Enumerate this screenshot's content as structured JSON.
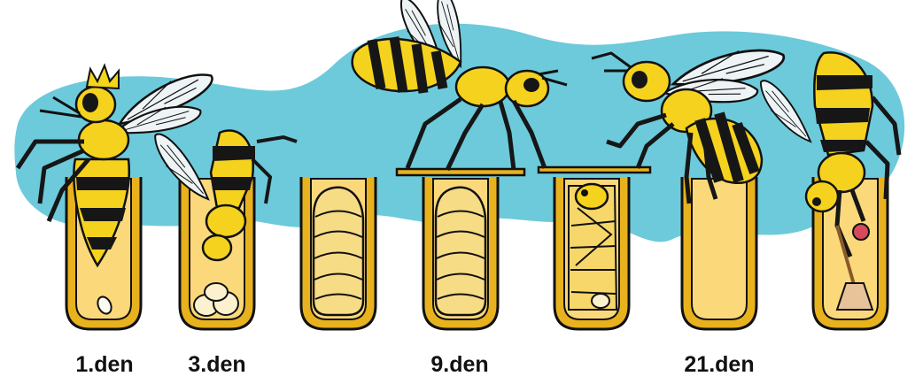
{
  "labels": [
    "1.den",
    "3.den",
    "9.den",
    "21.den"
  ],
  "colors": {
    "background_blob": "#6ccadb",
    "cell_wall": "#e8b21e",
    "cell_fill": "#fbd97a",
    "outline": "#111111",
    "bee_yellow": "#f5d21d",
    "bee_black": "#161616",
    "larva": "#f7dc86",
    "wing": "#eef4f6",
    "crown": "#f3d51a",
    "brush": "#d64a5c"
  },
  "icons": [
    "queen-bee-icon",
    "nurse-bee-icon",
    "larva-icon",
    "pupa-icon",
    "capping-bee-icon",
    "emerging-bee-icon",
    "worker-bee-icon",
    "cleaning-bee-icon",
    "brush-icon"
  ]
}
